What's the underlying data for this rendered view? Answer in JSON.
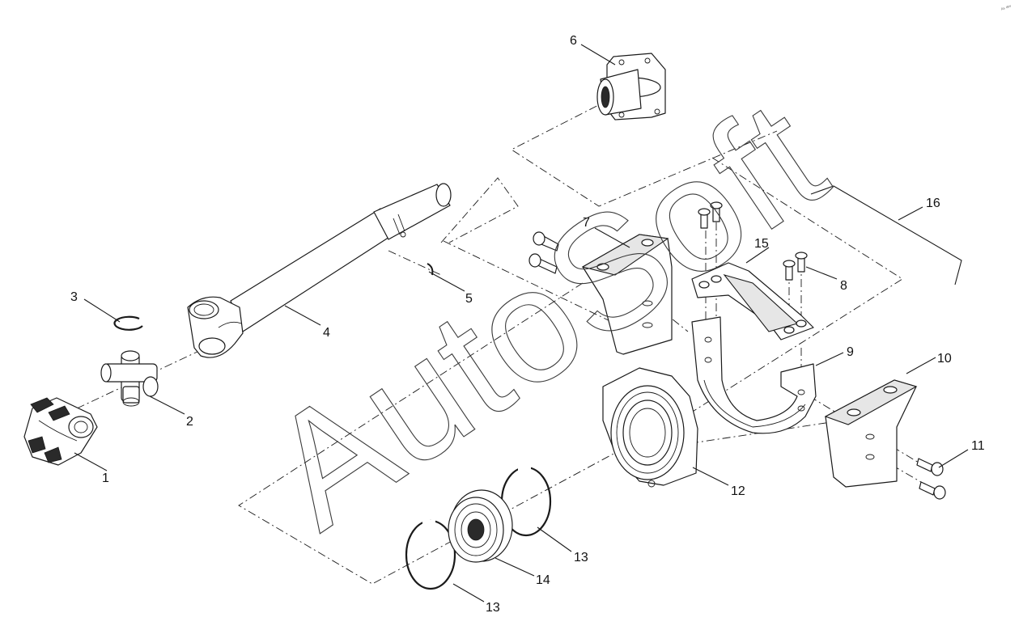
{
  "watermark": "AutoSoft",
  "corner_mark": "ᴬˢ ᵈᵉᵛ",
  "callouts": {
    "c1": "1",
    "c2": "2",
    "c3": "3",
    "c4": "4",
    "c5": "5",
    "c6": "6",
    "c7": "7",
    "c8": "8",
    "c9": "9",
    "c10": "10",
    "c11": "11",
    "c12": "12",
    "c13a": "13",
    "c13b": "13",
    "c14": "14",
    "c15": "15",
    "c16": "16"
  }
}
